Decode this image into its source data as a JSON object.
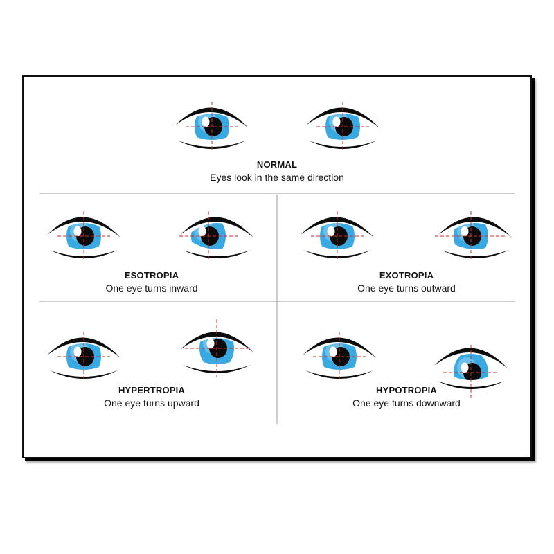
{
  "colors": {
    "iris": "#3aa9e2",
    "iris_light": "#8fd3f5",
    "pupil": "#0b0b0b",
    "outline": "#0b0b0b",
    "reference_line": "#d62a2a",
    "divider": "#9a9a9a"
  },
  "panels": {
    "normal": {
      "title": "NORMAL",
      "description": "Eyes look in the same direction"
    },
    "esotropia": {
      "title": "ESOTROPIA",
      "description": "One eye turns inward"
    },
    "exotropia": {
      "title": "EXOTROPIA",
      "description": "One eye turns outward"
    },
    "hypertropia": {
      "title": "HYPERTROPIA",
      "description": "One eye turns upward"
    },
    "hypotropia": {
      "title": "HYPOTROPIA",
      "description": "One eye turns downward"
    }
  }
}
